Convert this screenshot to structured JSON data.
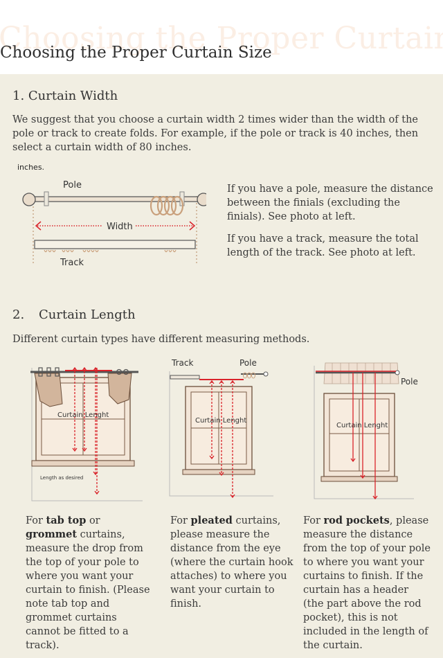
{
  "header": {
    "ghost_title": "Choosing the Proper Curtain Size",
    "title": "Choosing the Proper Curtain Size"
  },
  "section1": {
    "title": "1. Curtain Width",
    "text": "We suggest that you choose a curtain width 2 times wider than the width of the pole or track to create folds. For example, if the pole or track is 40 inches, then select a curtain width of 80 inches.",
    "inches_note": "inches.",
    "diagram": {
      "pole_label": "Pole",
      "width_label": "Width",
      "track_label": "Track"
    },
    "pole_note": "If you have a pole, measure the distance between the finials (excluding the finials). See photo at left.",
    "track_note": "If you have a track, measure the total length of the track. See photo at left."
  },
  "section2": {
    "number": "2.",
    "title": "Curtain Length",
    "intro": "Different curtain types have different measuring methods.",
    "diagrams": {
      "tab": {
        "length_label": "Curtain Lenght",
        "desired_label": "Length as desired"
      },
      "pleated": {
        "track_label": "Track",
        "pole_label": "Pole",
        "length_label": "Curtain Lenght"
      },
      "rod": {
        "pole_label": "Pole",
        "length_label": "Curtain Lenght"
      }
    },
    "columns": [
      {
        "p1": "For ",
        "b1": "tab top",
        "p2": " or ",
        "b2": "grommet",
        "p3": " curtains, measure the drop from the top of your pole to where you want your curtain to finish. (Please note tab top and grommet curtains cannot be fitted to a track)."
      },
      {
        "p1": "For ",
        "b1": "pleated",
        "p2": " curtains, please measure the distance from the eye (where the curtain hook attaches) to where you want your curtain to finish."
      },
      {
        "p1": "For ",
        "b1": "rod pockets",
        "p2": ", please measure the distance from the top of your pole to where you want your curtains to finish. If the curtain has a header (the part above the rod pocket), this is not included in the length of the curtain."
      }
    ]
  },
  "colors": {
    "background": "#f1eee2",
    "measure_red": "#d9232a",
    "ghost_title": "#fbeee4",
    "wood": "#c9a98a"
  }
}
